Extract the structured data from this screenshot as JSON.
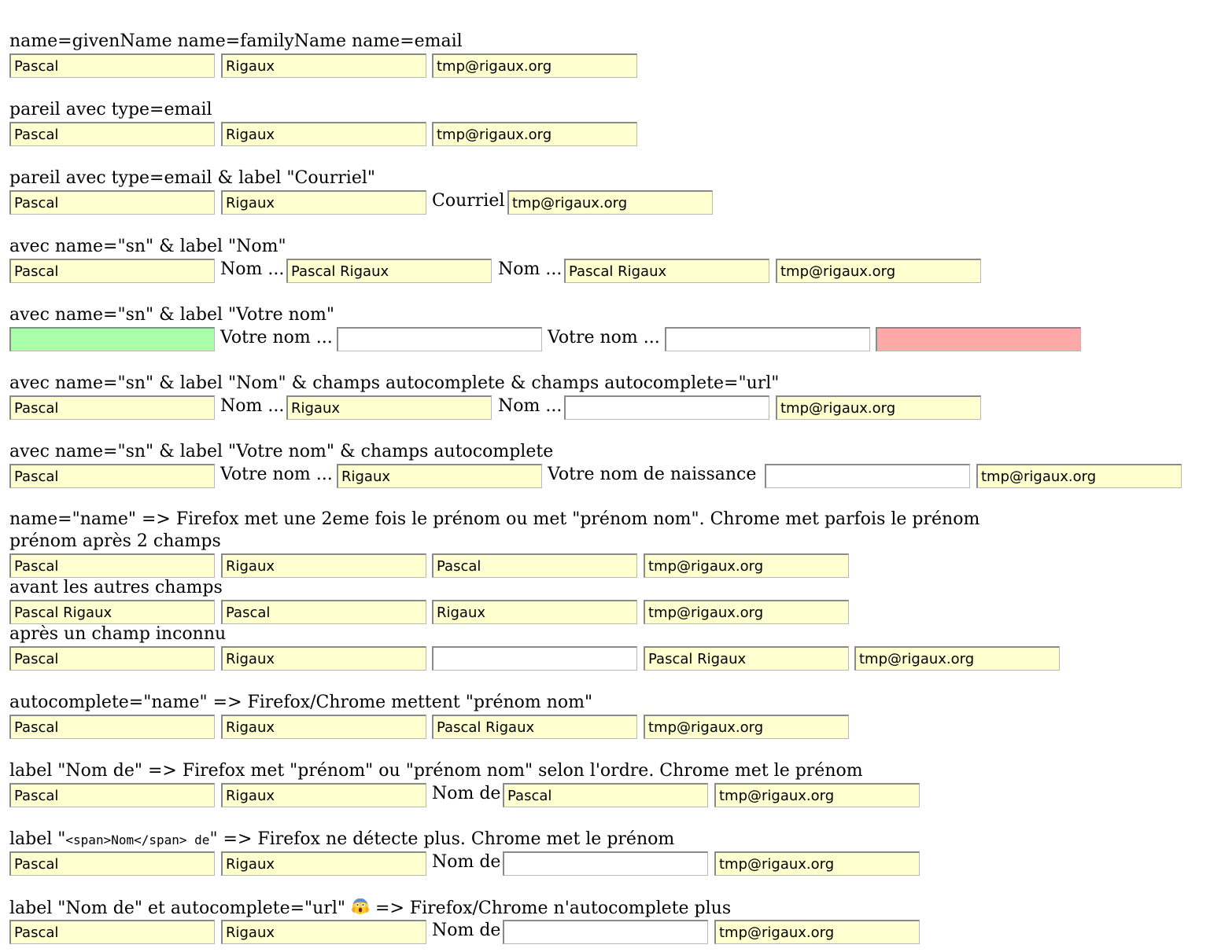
{
  "sections": [
    {
      "heading": "name=givenName name=familyName name=email",
      "fields": [
        "Pascal",
        "Rigaux",
        "tmp@rigaux.org"
      ]
    },
    {
      "heading": "pareil avec type=email",
      "fields": [
        "Pascal",
        "Rigaux",
        "tmp@rigaux.org"
      ]
    },
    {
      "heading": "pareil avec type=email & label \"Courriel\"",
      "fields": [
        "Pascal",
        "Rigaux",
        "tmp@rigaux.org"
      ],
      "email_label": "Courriel"
    },
    {
      "heading": "avec name=\"sn\" & label \"Nom\"",
      "fields": [
        "Pascal",
        "Pascal Rigaux",
        "Pascal Rigaux",
        "tmp@rigaux.org"
      ],
      "labels": [
        "Nom ...",
        "Nom ..."
      ]
    },
    {
      "heading": "avec name=\"sn\" & label \"Votre nom\"",
      "fields": [
        "",
        "",
        "",
        ""
      ],
      "labels": [
        "Votre nom ...",
        "Votre nom ..."
      ]
    },
    {
      "heading": "avec name=\"sn\" & label \"Nom\" & champs autocomplete & champs autocomplete=\"url\"",
      "fields": [
        "Pascal",
        "Rigaux",
        "",
        "tmp@rigaux.org"
      ],
      "labels": [
        "Nom ...",
        "Nom ..."
      ]
    },
    {
      "heading": "avec name=\"sn\" & label \"Votre nom\" & champs autocomplete",
      "fields": [
        "Pascal",
        "Rigaux",
        "",
        "tmp@rigaux.org"
      ],
      "labels": [
        "Votre nom ...",
        "Votre nom de naissance"
      ]
    },
    {
      "heading": "name=\"name\" => Firefox met une 2eme fois le prénom ou met \"prénom nom\". Chrome met parfois le prénom",
      "sub1": "prénom après 2 champs",
      "fields1": [
        "Pascal",
        "Rigaux",
        "Pascal",
        "tmp@rigaux.org"
      ],
      "sub2": "avant les autres champs",
      "fields2": [
        "Pascal Rigaux",
        "Pascal",
        "Rigaux",
        "tmp@rigaux.org"
      ],
      "sub3": "après un champ inconnu",
      "fields3": [
        "Pascal",
        "Rigaux",
        "",
        "Pascal Rigaux",
        "tmp@rigaux.org"
      ]
    },
    {
      "heading": "autocomplete=\"name\" => Firefox/Chrome mettent \"prénom nom\"",
      "fields": [
        "Pascal",
        "Rigaux",
        "Pascal Rigaux",
        "tmp@rigaux.org"
      ]
    },
    {
      "heading": "label \"Nom de\" => Firefox met \"prénom\" ou \"prénom nom\" selon l'ordre. Chrome met le prénom",
      "fields": [
        "Pascal",
        "Rigaux",
        "Pascal",
        "tmp@rigaux.org"
      ],
      "label": "Nom de"
    },
    {
      "heading_pre": "label \"",
      "heading_code": "<span>Nom</span> de",
      "heading_post": "\" => Firefox ne détecte plus. Chrome met le prénom",
      "fields": [
        "Pascal",
        "Rigaux",
        "",
        "tmp@rigaux.org"
      ],
      "label": "Nom de"
    },
    {
      "heading_pre": "label \"Nom de\" et autocomplete=\"url\" ",
      "heading_post": " => Firefox/Chrome n'autocomplete plus",
      "emoji_icon": "face-screaming-in-fear-icon",
      "fields": [
        "Pascal",
        "Rigaux",
        "",
        "tmp@rigaux.org"
      ],
      "label": "Nom de"
    }
  ],
  "colors": {
    "autofill": "#ffffd0",
    "plain": "#ffffff",
    "match": "#a8ffa8",
    "mismatch": "#ffa8a8"
  }
}
